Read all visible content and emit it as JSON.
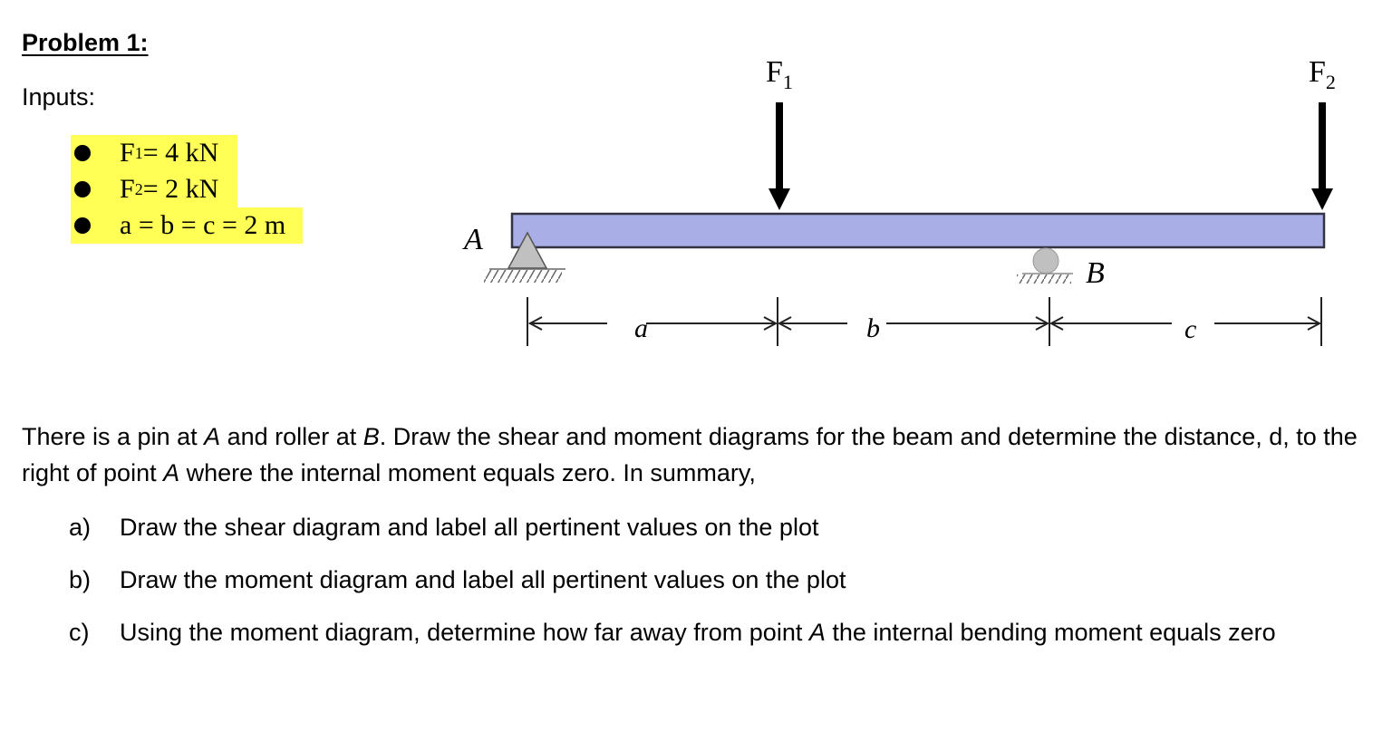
{
  "problem": {
    "title": "Problem 1:",
    "inputs_label": "Inputs:"
  },
  "inputs": [
    {
      "sym": "F",
      "sub": "1",
      "rest": " = 4 kN"
    },
    {
      "sym": "F",
      "sub": "2",
      "rest": " = 2 kN"
    },
    {
      "sym": "a = b = c = 2 m",
      "sub": "",
      "rest": ""
    }
  ],
  "highlight_color": "#ffff55",
  "diagram": {
    "beam_color": "#aaaee6",
    "beam_stroke": "#333344",
    "support_color": "#c0c0c0",
    "label_A": "A",
    "label_B": "B",
    "force1": {
      "label": "F",
      "sub": "1"
    },
    "force2": {
      "label": "F",
      "sub": "2"
    },
    "dim_a": "a",
    "dim_b": "b",
    "dim_c": "c"
  },
  "description": {
    "p1": "There is a pin at ",
    "A1": "A",
    "p2": " and roller at ",
    "B1": "B",
    "p3": ".  Draw the shear and moment diagrams for the beam and determine the distance, d, to the right of point ",
    "A2": "A",
    "p4": " where the internal moment equals zero.  In summary,"
  },
  "tasks": [
    {
      "label": "a)",
      "text": "Draw the shear diagram and label all pertinent values on the plot"
    },
    {
      "label": "b)",
      "text": "Draw the moment diagram and label all pertinent values on the plot"
    },
    {
      "label": "c)",
      "pre": "Using the moment diagram, determine how far away from point ",
      "em": "A",
      "post": " the internal bending moment equals zero"
    }
  ]
}
